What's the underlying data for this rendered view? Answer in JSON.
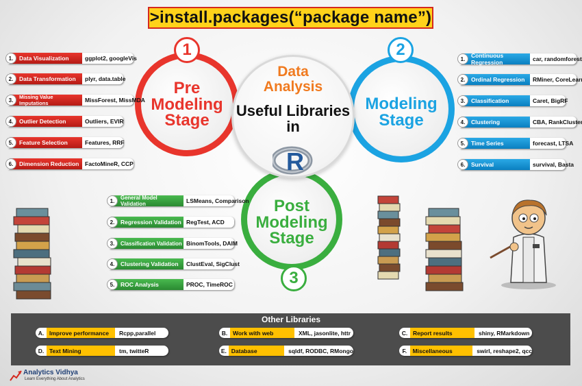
{
  "title": ">install.packages(“package name”)",
  "center": {
    "line1": "Data",
    "line2": "Analysis",
    "line3": "Useful Libraries",
    "line4": "in",
    "logo_letter": "R"
  },
  "stages": {
    "pre": {
      "number": "1",
      "line1": "Pre",
      "line2": "Modeling",
      "line3": "Stage",
      "color": "#e8352c"
    },
    "modeling": {
      "number": "2",
      "line1": "Modeling",
      "line2": "Stage",
      "color": "#1ba3e2"
    },
    "post": {
      "number": "3",
      "line1": "Post",
      "line2": "Modeling",
      "line3": "Stage",
      "color": "#3aae3f"
    }
  },
  "pre_items": [
    {
      "num": "1.",
      "label": "Data Visualization",
      "value": "ggplot2, googleVis"
    },
    {
      "num": "2.",
      "label": "Data Transformation",
      "value": "plyr, data.table"
    },
    {
      "num": "3.",
      "label": "Missing Value Imputations",
      "value": "MissForest, MissMDA"
    },
    {
      "num": "4.",
      "label": "Outlier Detection",
      "value": "Outliers, EVIR"
    },
    {
      "num": "5.",
      "label": "Feature Selection",
      "value": "Features, RRF"
    },
    {
      "num": "6.",
      "label": "Dimension Reduction",
      "value": "FactoMineR, CCP"
    }
  ],
  "modeling_items": [
    {
      "num": "1.",
      "label": "Continuous Regression",
      "value": "car, randomforest"
    },
    {
      "num": "2.",
      "label": "Ordinal Regression",
      "value": "RMiner, CoreLearn"
    },
    {
      "num": "3.",
      "label": "Classification",
      "value": "Caret, BigRF"
    },
    {
      "num": "4.",
      "label": "Clustering",
      "value": "CBA, RankCluster"
    },
    {
      "num": "5.",
      "label": "Time Series",
      "value": "forecast, LTSA"
    },
    {
      "num": "6.",
      "label": "Survival",
      "value": "survival, Basta"
    }
  ],
  "post_items": [
    {
      "num": "1.",
      "label": "General Model Validation",
      "value": "LSMeans, Comparison"
    },
    {
      "num": "2.",
      "label": "Regression Validation",
      "value": "RegTest, ACD"
    },
    {
      "num": "3.",
      "label": "Classification Validation",
      "value": "BinomTools, DAIM"
    },
    {
      "num": "4.",
      "label": "Clustering Validation",
      "value": "ClustEval, SigClust"
    },
    {
      "num": "5.",
      "label": "ROC Analysis",
      "value": "PROC, TimeROC"
    }
  ],
  "other": {
    "title": "Other Libraries",
    "items": [
      {
        "letter": "A.",
        "label": "Improve performance",
        "value": "Rcpp,parallel"
      },
      {
        "letter": "B.",
        "label": "Work with web",
        "value": "XML, jasonlite, httr"
      },
      {
        "letter": "C.",
        "label": "Report results",
        "value": "shiny, RMarkdown"
      },
      {
        "letter": "D.",
        "label": "Text Mining",
        "value": "tm, twitteR"
      },
      {
        "letter": "E.",
        "label": "Database",
        "value": "sqldf, RODBC, RMongo"
      },
      {
        "letter": "F.",
        "label": "Miscellaneous",
        "value": "swirl, reshape2, qcc"
      }
    ]
  },
  "brand": {
    "name": "Analytics Vidhya",
    "tagline": "Learn Everything About Analytics"
  }
}
